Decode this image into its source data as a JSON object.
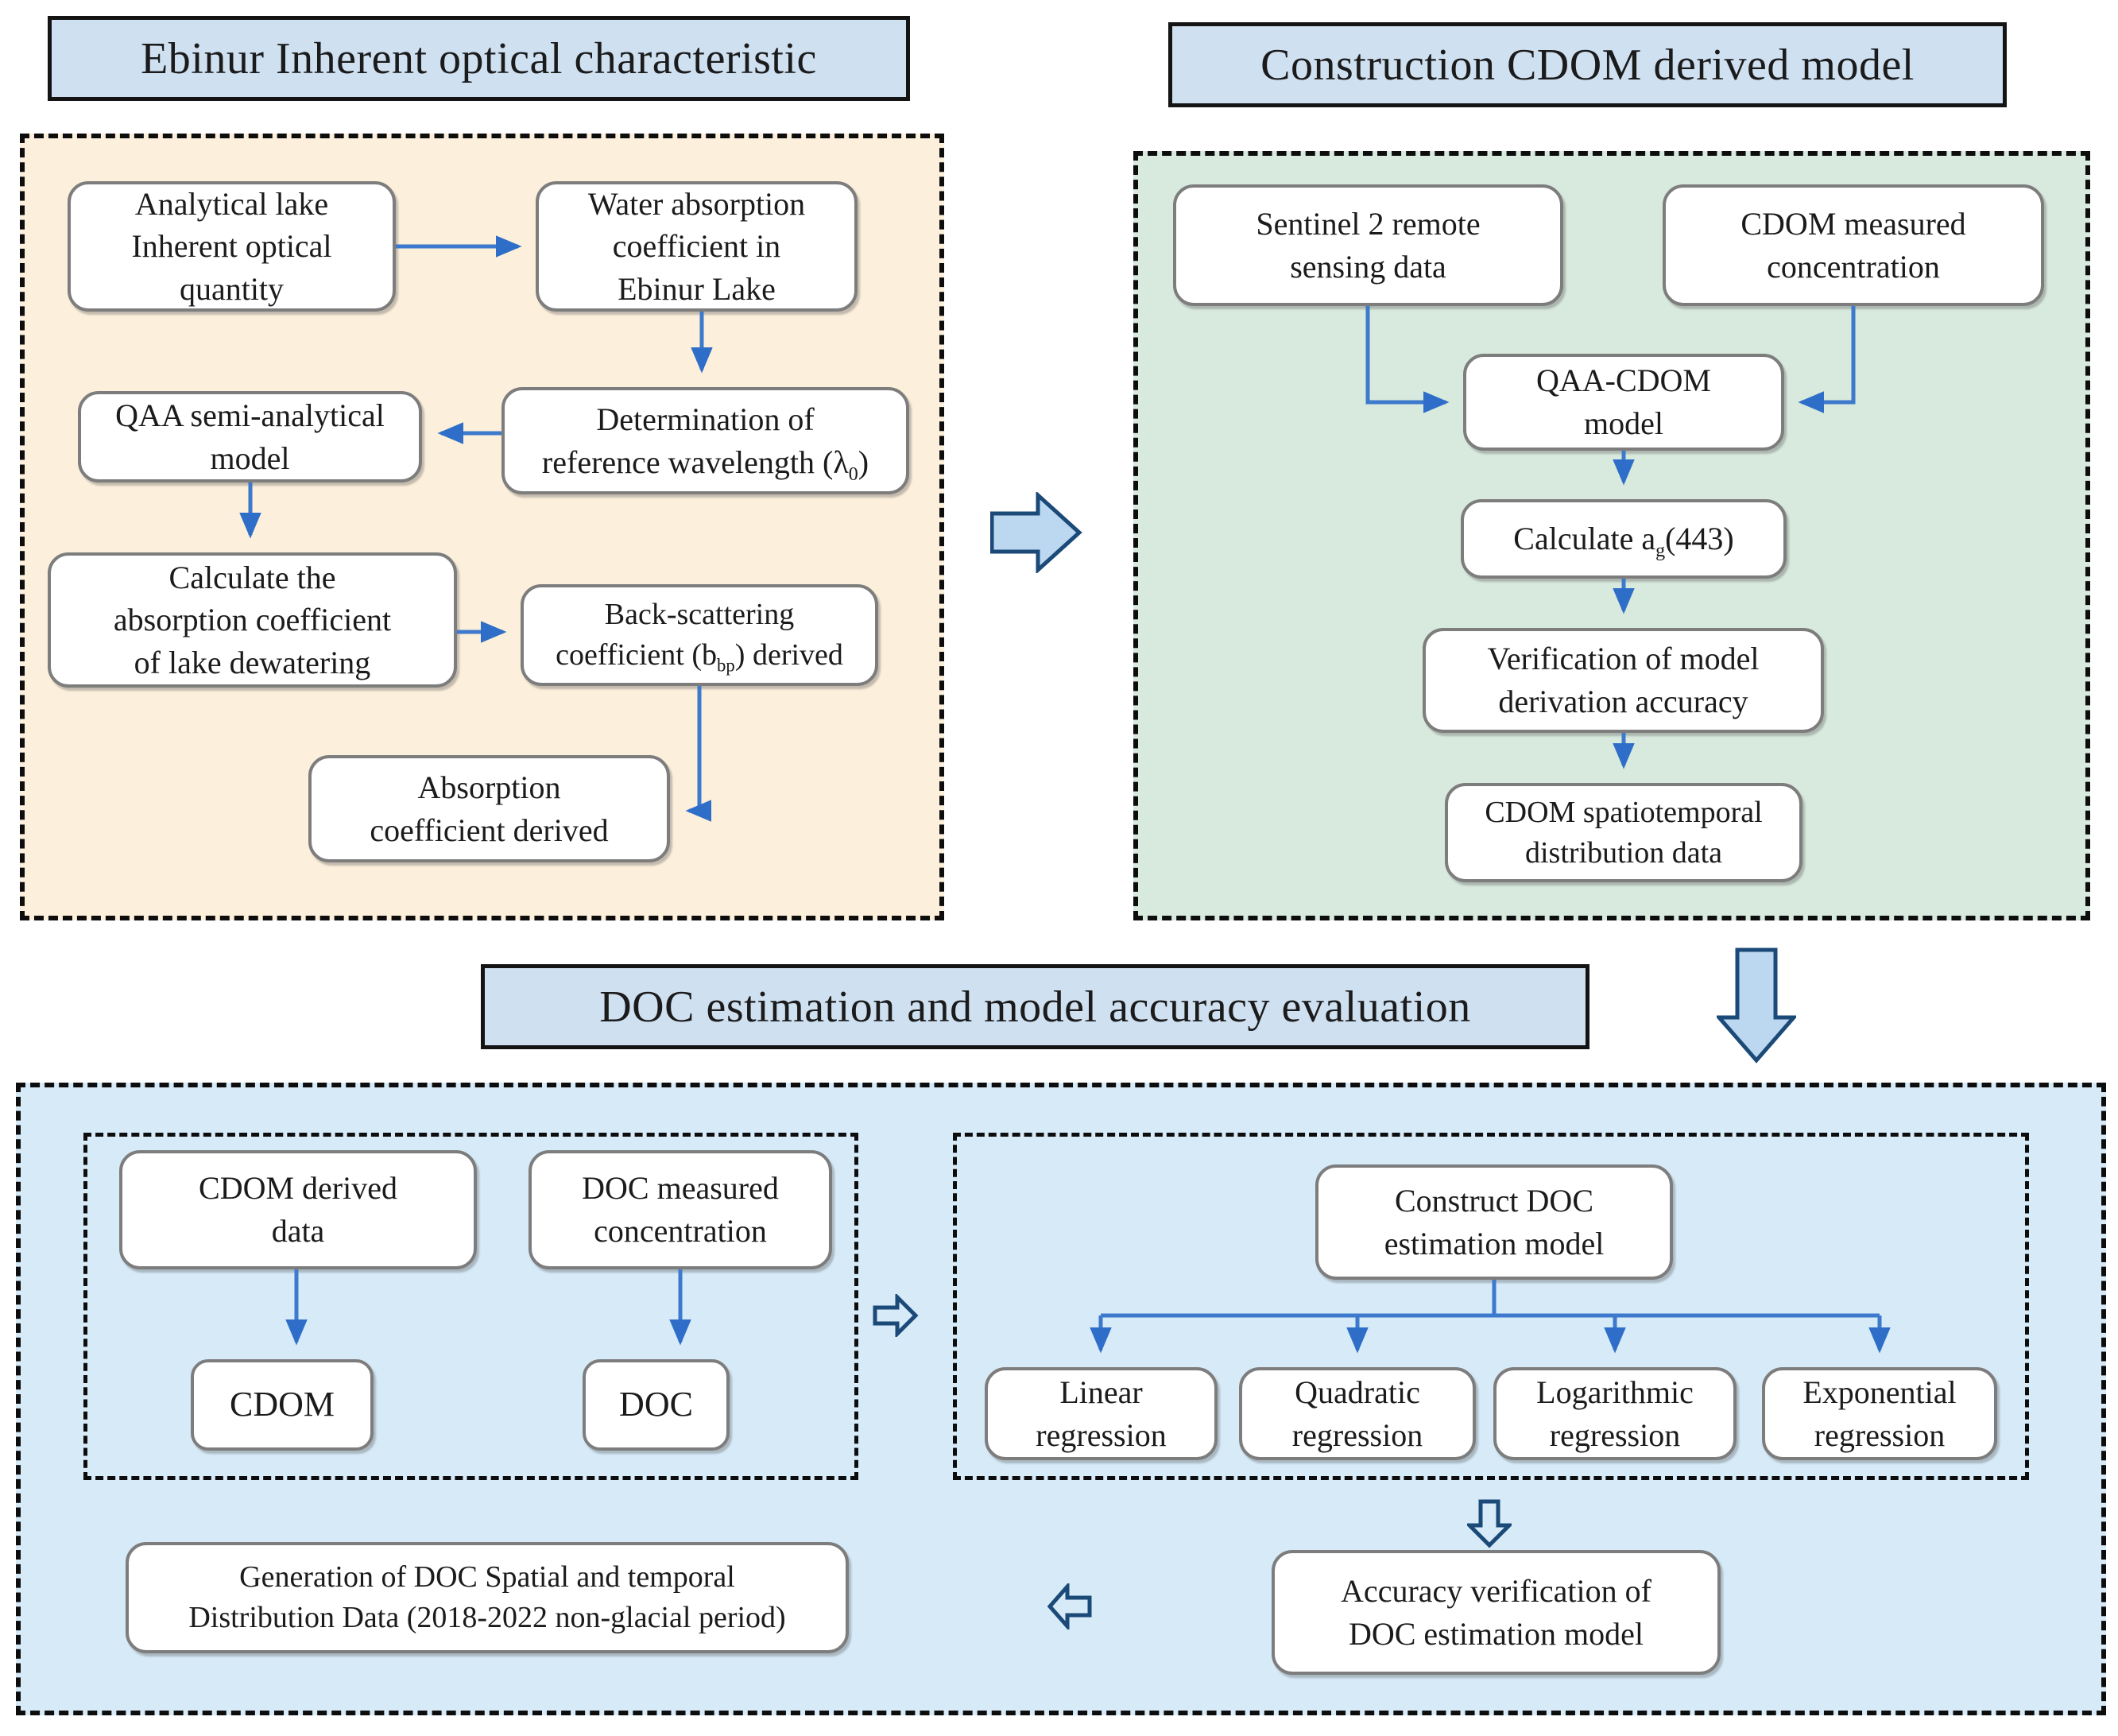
{
  "theme": {
    "title-bg": "#cfe0f1",
    "panel-optical-bg": "#fcefdb",
    "panel-cdom-bg": "#d8e9dd",
    "panel-doc-bg": "#d6eaf8",
    "connector-color": "#3d79cc",
    "connector-head": "#2e6ec8",
    "block-arrow-fill": "#bcd8f0",
    "block-arrow-stroke": "#1b4a78",
    "node-border": "#7d7d7d"
  },
  "titles": {
    "optical": "Ebinur Inherent optical characteristic",
    "cdom": "Construction CDOM derived model",
    "doc": "DOC estimation and model accuracy evaluation"
  },
  "optical": {
    "analytical": {
      "l1": "Analytical lake",
      "l2": "Inherent optical",
      "l3": "quantity"
    },
    "water": {
      "l1": "Water absorption",
      "l2": "coefficient in",
      "l3": "Ebinur Lake"
    },
    "determination": {
      "l1": "Determination of",
      "l2pre": "reference wavelength (λ",
      "l2sub": "0",
      "l2post": ")"
    },
    "qaa": {
      "l1": "QAA semi-analytical",
      "l2": "model"
    },
    "calc": {
      "l1": "Calculate the",
      "l2": "absorption coefficient",
      "l3": "of lake dewatering"
    },
    "backscatter": {
      "l1": "Back-scattering",
      "l2pre": "coefficient (b",
      "l2sub": "bp",
      "l2post": ") derived"
    },
    "absorption": {
      "l1": "Absorption",
      "l2": "coefficient derived"
    }
  },
  "cdom": {
    "sentinel": {
      "l1": "Sentinel 2 remote",
      "l2": "sensing data"
    },
    "measured": {
      "l1": "CDOM measured",
      "l2": "concentration"
    },
    "qaacdom": {
      "l1": "QAA-CDOM",
      "l2": "model"
    },
    "calculate": {
      "pre": "Calculate a",
      "sub": "g",
      "post": "(443)"
    },
    "verification": {
      "l1": "Verification of model",
      "l2": "derivation accuracy"
    },
    "spatiotemporal": {
      "l1": "CDOM spatiotemporal",
      "l2": "distribution data"
    }
  },
  "doc": {
    "cdom_derived": {
      "l1": "CDOM derived",
      "l2": "data"
    },
    "doc_measured": {
      "l1": "DOC measured",
      "l2": "concentration"
    },
    "cdom_label": "CDOM",
    "doc_label": "DOC",
    "construct": {
      "l1": "Construct DOC",
      "l2": "estimation model"
    },
    "reg_linear": {
      "l1": "Linear",
      "l2": "regression"
    },
    "reg_quadratic": {
      "l1": "Quadratic",
      "l2": "regression"
    },
    "reg_logarithmic": {
      "l1": "Logarithmic",
      "l2": "regression"
    },
    "reg_exponential": {
      "l1": "Exponential",
      "l2": "regression"
    },
    "accuracy": {
      "l1": "Accuracy verification of",
      "l2": "DOC estimation model"
    },
    "generation": {
      "l1": "Generation of DOC Spatial and temporal",
      "l2": "Distribution Data (2018-2022 non-glacial period)"
    }
  }
}
